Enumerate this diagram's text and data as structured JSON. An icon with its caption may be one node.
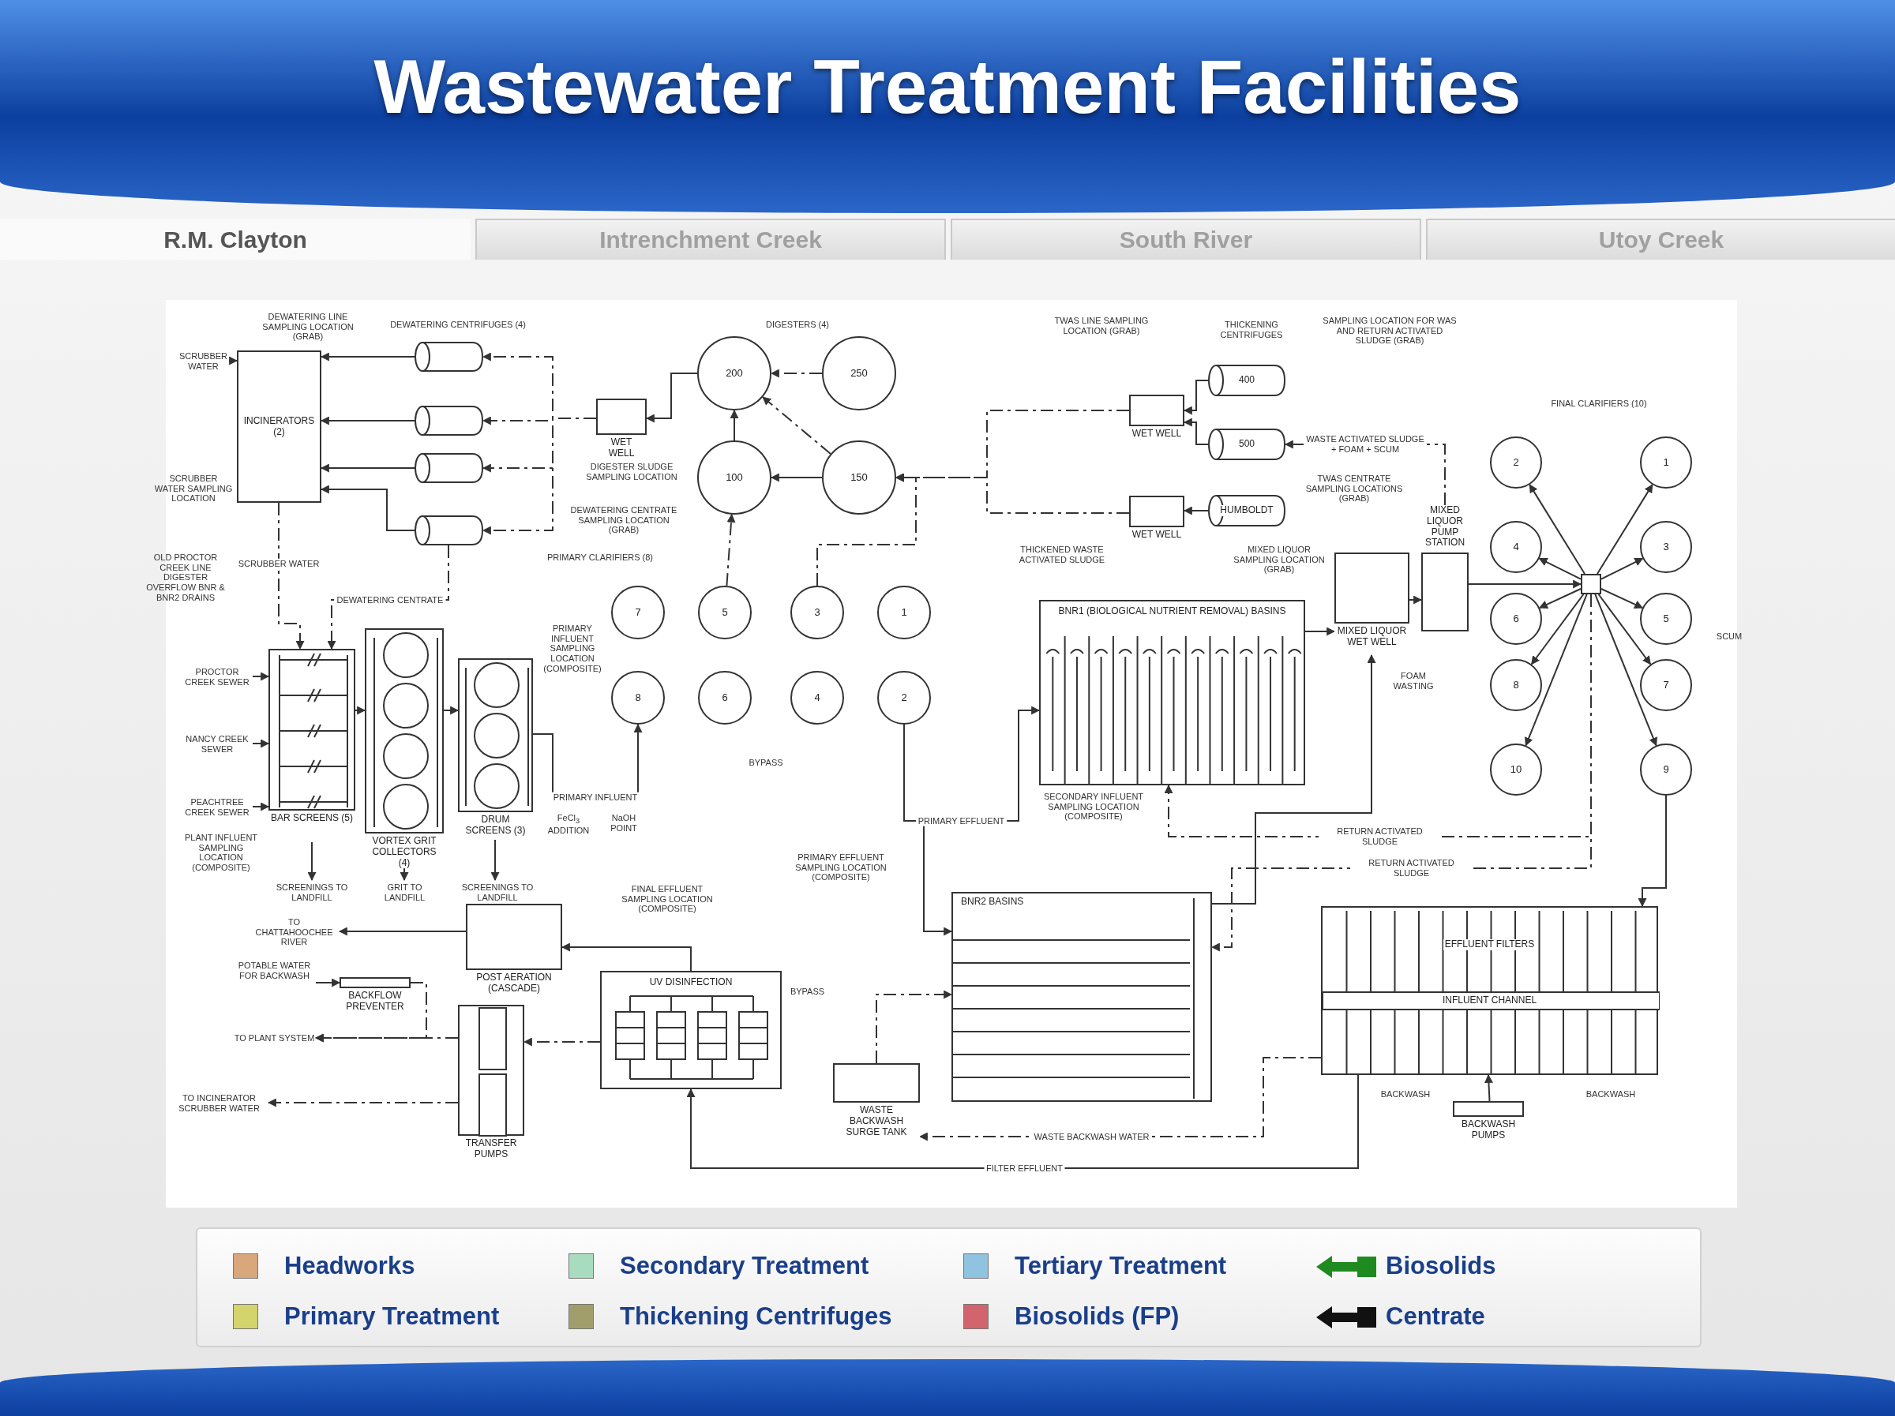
{
  "diagram": {
    "title": "Wastewater Treatment Facilities",
    "nodes": [
      {
        "text": [
          "INCINERATORS (2)"
        ]
      },
      {
        "text": [],
        "shape": "cylinder"
      },
      {
        "text": [],
        "shape": "cylinder"
      },
      {
        "text": [],
        "shape": "cylinder"
      },
      {
        "text": [],
        "shape": "cylinder"
      },
      {
        "text": [
          "WET WELL"
        ]
      },
      {
        "text": [
          "200"
        ]
      },
      {
        "text": [
          "250"
        ]
      },
      {
        "text": [
          "100"
        ]
      },
      {
        "text": [
          "150"
        ]
      },
      {
        "text": [
          "400"
        ]
      },
      {
        "text": [
          "500"
        ]
      },
      {
        "text": [
          "HUMBOLDT"
        ]
      },
      {
        "text": [
          "WET WELL"
        ]
      },
      {
        "text": [
          "WET WELL"
        ]
      },
      {
        "text": [
          "7"
        ]
      },
      {
        "text": [
          "5"
        ]
      },
      {
        "text": [
          "3"
        ]
      },
      {
        "text": [
          "1"
        ]
      },
      {
        "text": [
          "8"
        ]
      },
      {
        "text": [
          "6"
        ]
      },
      {
        "text": [
          "4"
        ]
      },
      {
        "text": [
          "2"
        ]
      },
      {
        "text": [
          "BAR SCREENS (5)"
        ]
      },
      {
        "text": [
          "VORTEX GRIT COLLECTORS (4)"
        ]
      },
      {
        "text": [
          "DRUM SCREENS (3)"
        ]
      },
      {
        "text": [
          "BNR1 (BIOLOGICAL NUTRIENT REMOVAL) BASINS"
        ]
      },
      {
        "text": [
          "MIXED LIQUOR WET WELL"
        ]
      },
      {
        "text": [
          "MIXED LIQUOR PUMP STATION"
        ]
      },
      {
        "text": [
          "2"
        ]
      },
      {
        "text": [
          "1"
        ]
      },
      {
        "text": [
          "4"
        ]
      },
      {
        "text": [
          "3"
        ]
      },
      {
        "text": [
          "6"
        ]
      },
      {
        "text": [
          "5"
        ]
      },
      {
        "text": [
          "8"
        ]
      },
      {
        "text": [
          "7"
        ]
      },
      {
        "text": [
          "10"
        ]
      },
      {
        "text": [
          "9"
        ]
      },
      {
        "text": [
          "POST AERATION (CASCADE)"
        ]
      },
      {
        "text": [
          "TRANSFER PUMPS"
        ]
      },
      {
        "text": [
          "UV DISINFECTION"
        ]
      },
      {
        "text": [
          "BNR2 BASINS"
        ]
      },
      {
        "text": [
          "WASTE BACKWASH SURGE TANK"
        ]
      },
      {
        "text": [
          "EFFLUENT FILTERS",
          "INFLUENT CHANNEL"
        ]
      },
      {
        "text": [
          "BACKWASH PUMPS"
        ]
      },
      {
        "text": [
          "BACKFLOW PREVENTER"
        ]
      },
      {
        "text": [
          "SCRUBBER WATER"
        ]
      },
      {
        "text": [
          "PROCTOR CREEK SEWER"
        ]
      },
      {
        "text": [
          "NANCY CREEK SEWER"
        ]
      },
      {
        "text": [
          "PEACHTREE CREEK SEWER"
        ]
      },
      {
        "text": [
          "SCREENINGS TO LANDFILL"
        ]
      },
      {
        "text": [
          "GRIT TO LANDFILL"
        ]
      },
      {
        "text": [
          "SCREENINGS TO LANDFILL"
        ]
      },
      {
        "text": [
          "TO CHATTAHOOCHEE RIVER"
        ]
      },
      {
        "text": [
          "POTABLE WATER FOR BACKWASH"
        ]
      },
      {
        "text": [
          "TO PLANT SYSTEM"
        ]
      },
      {
        "text": [
          "TO INCINERATOR SCRUBBER WATER"
        ]
      },
      {
        "text": [],
        "shape": "box"
      }
    ],
    "edges": [
      {
        "from": 47,
        "to": 0,
        "arrow": "to"
      },
      {
        "from": 1,
        "to": 0,
        "arrow": "to"
      },
      {
        "from": 2,
        "to": 0,
        "arrow": "to"
      },
      {
        "from": 3,
        "to": 0,
        "arrow": "to"
      },
      {
        "from": 4,
        "to": 0,
        "arrow": "to"
      },
      {
        "from": 5,
        "to": 1,
        "arrow": "to",
        "style": "dashed"
      },
      {
        "from": 5,
        "to": 2,
        "arrow": "to",
        "style": "dashed"
      },
      {
        "from": 5,
        "to": 3,
        "arrow": "to",
        "style": "dashed"
      },
      {
        "from": 5,
        "to": 4,
        "arrow": "to",
        "style": "dashed"
      },
      {
        "from": 6,
        "to": 5,
        "arrow": "to"
      },
      {
        "from": 7,
        "to": 6,
        "arrow": "to",
        "style": "dashed"
      },
      {
        "from": 8,
        "to": 6,
        "arrow": "to"
      },
      {
        "from": 9,
        "to": 6,
        "arrow": "to",
        "style": "dashed"
      },
      {
        "from": 9,
        "to": 8,
        "arrow": "to"
      },
      {
        "from": 16,
        "to": 8,
        "arrow": "to",
        "style": "dashed"
      },
      {
        "from": 17,
        "to": 9,
        "arrow": "to",
        "style": "dashed"
      },
      {
        "from": 13,
        "to": 9,
        "arrow": "to",
        "style": "dashed"
      },
      {
        "from": 14,
        "to": 9,
        "arrow": "to",
        "style": "dashed"
      },
      {
        "from": 10,
        "to": 13,
        "arrow": "to"
      },
      {
        "from": 11,
        "to": 13,
        "arrow": "to"
      },
      {
        "from": 12,
        "to": 14,
        "arrow": "to"
      },
      {
        "from": 0,
        "to": 23,
        "arrow": "to",
        "style": "dashed",
        "label": "SCRUBBER WATER"
      },
      {
        "from": 4,
        "to": 23,
        "arrow": "to",
        "style": "dashed",
        "label": "DEWATERING CENTRATE"
      },
      {
        "from": 48,
        "to": 23,
        "arrow": "to"
      },
      {
        "from": 49,
        "to": 23,
        "arrow": "to"
      },
      {
        "from": 50,
        "to": 23,
        "arrow": "to"
      },
      {
        "from": 23,
        "to": 24,
        "arrow": "to"
      },
      {
        "from": 24,
        "to": 25,
        "arrow": "to"
      },
      {
        "from": 23,
        "to": 51,
        "arrow": "to"
      },
      {
        "from": 24,
        "to": 52,
        "arrow": "to"
      },
      {
        "from": 25,
        "to": 53,
        "arrow": "to"
      },
      {
        "from": 25,
        "to": 19,
        "arrow": "to",
        "label": "PRIMARY INFLUENT"
      },
      {
        "from": 22,
        "to": 26,
        "arrow": "to",
        "label": "PRIMARY EFFLUENT"
      },
      {
        "from": 22,
        "to": 42,
        "arrow": "to"
      },
      {
        "from": 26,
        "to": 27,
        "arrow": "to"
      },
      {
        "from": 27,
        "to": 28,
        "arrow": "to"
      },
      {
        "from": 28,
        "to": 58,
        "arrow": "to"
      },
      {
        "from": 58,
        "to": 29,
        "arrow": "to"
      },
      {
        "from": 58,
        "to": 30,
        "arrow": "to"
      },
      {
        "from": 58,
        "to": 31,
        "arrow": "to"
      },
      {
        "from": 58,
        "to": 32,
        "arrow": "to"
      },
      {
        "from": 58,
        "to": 33,
        "arrow": "to"
      },
      {
        "from": 58,
        "to": 34,
        "arrow": "to"
      },
      {
        "from": 58,
        "to": 35,
        "arrow": "to"
      },
      {
        "from": 58,
        "to": 36,
        "arrow": "to"
      },
      {
        "from": 58,
        "to": 37,
        "arrow": "to"
      },
      {
        "from": 58,
        "to": 38,
        "arrow": "to"
      },
      {
        "from": 58,
        "to": 26,
        "arrow": "to",
        "style": "dashed",
        "label": "RETURN ACTIVATED SLUDGE"
      },
      {
        "from": 58,
        "to": 42,
        "arrow": "to",
        "style": "dashed",
        "label": "RETURN ACTIVATED SLUDGE"
      },
      {
        "from": 28,
        "to": 11,
        "arrow": "to",
        "style": "dashed",
        "label": "WASTE ACTIVATED SLUDGE + FOAM + SCUM"
      },
      {
        "from": 42,
        "to": 27,
        "arrow": "to"
      },
      {
        "from": 38,
        "to": 44,
        "arrow": "to"
      },
      {
        "from": 44,
        "to": 41,
        "arrow": "to",
        "label": "FILTER EFFLUENT"
      },
      {
        "from": 41,
        "to": 39,
        "arrow": "to"
      },
      {
        "from": 39,
        "to": 54,
        "arrow": "to"
      },
      {
        "from": 41,
        "to": 40,
        "arrow": "to",
        "style": "dashed"
      },
      {
        "from": 40,
        "to": 56,
        "arrow": "to",
        "style": "dashed"
      },
      {
        "from": 40,
        "to": 57,
        "arrow": "to",
        "style": "dashed"
      },
      {
        "from": 55,
        "to": 46,
        "arrow": "to"
      },
      {
        "from": 46,
        "to": 56,
        "arrow": "to",
        "style": "dashed"
      },
      {
        "from": 45,
        "to": 44,
        "arrow": "to"
      },
      {
        "from": 44,
        "to": 43,
        "arrow": "to",
        "style": "dashed",
        "label": "WASTE BACKWASH WATER"
      },
      {
        "from": 43,
        "to": 42,
        "arrow": "to",
        "style": "dashed"
      }
    ],
    "labels": [
      "R.M. Clayton",
      "Intrenchment Creek",
      "South River",
      "Utoy Creek",
      "DEWATERING LINE SAMPLING LOCATION (GRAB)",
      "DEWATERING CENTRIFUGES (4)",
      "DIGESTERS (4)",
      "TWAS LINE SAMPLING LOCATION (GRAB)",
      "THICKENING CENTRIFUGES",
      "SAMPLING LOCATION FOR WAS AND RETURN ACTIVATED SLUDGE (GRAB)",
      "DIGESTER SLUDGE SAMPLING LOCATION",
      "SCRUBBER WATER SAMPLING LOCATION",
      "DEWATERING CENTRATE SAMPLING LOCATION (GRAB)",
      "TWAS CENTRATE SAMPLING LOCATIONS (GRAB)",
      "FINAL CLARIFIERS (10)",
      "PRIMARY CLARIFIERS (8)",
      "OLD PROCTOR CREEK LINE DIGESTER OVERFLOW BNR & BNR2 DRAINS",
      "PRIMARY INFLUENT SAMPLING LOCATION (COMPOSITE)",
      "THICKENED WASTE ACTIVATED SLUDGE",
      "MIXED LIQUOR SAMPLING LOCATION (GRAB)",
      "FOAM WASTING",
      "SCUM",
      "BYPASS",
      "PLANT INFLUENT SAMPLING LOCATION (COMPOSITE)",
      "FeCl$_{3}$ ADDITION",
      "NaOH POINT",
      "SECONDARY INFLUENT SAMPLING LOCATION (COMPOSITE)",
      "PRIMARY EFFLUENT SAMPLING LOCATION (COMPOSITE)",
      "FINAL EFFLUENT SAMPLING LOCATION (COMPOSITE)",
      "BYPASS",
      "BACKWASH",
      "BACKWASH"
    ],
    "legend": [
      {
        "text": "Headworks",
        "color": "#d9a77c"
      },
      {
        "text": "Secondary Treatment",
        "color": "#a9dcbe"
      },
      {
        "text": "Tertiary Treatment",
        "color": "#8fc3df"
      },
      {
        "text": "Biosolids"
      },
      {
        "text": "Primary Treatment",
        "color": "#d3d46c"
      },
      {
        "text": "Thickening Centrifuges",
        "color": "#a19e6c"
      },
      {
        "text": "Biosolids (FP)",
        "color": "#d2646e"
      },
      {
        "text": "Centrate"
      }
    ]
  }
}
